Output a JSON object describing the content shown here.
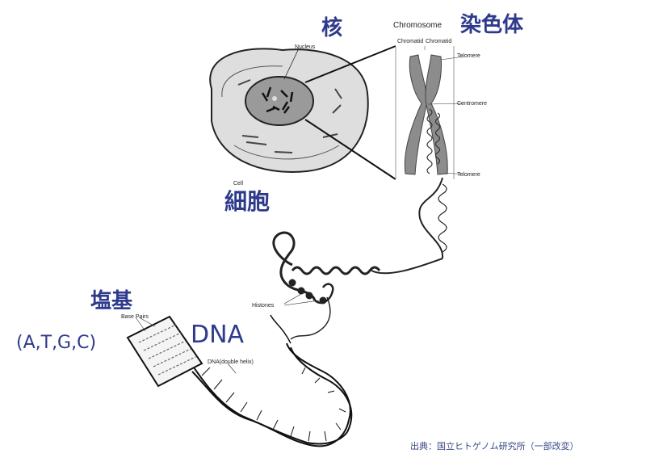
{
  "labels": {
    "nucleus_jp": "核",
    "nucleus_en": "Nucleus",
    "chromosome_en": "Chromosome",
    "chromosome_jp": "染色体",
    "chromatid_left": "Chromatid",
    "chromatid_right": "Chromatid",
    "telomere_top": "Telomere",
    "centromere": "Centromere",
    "telomere_bottom": "Telomere",
    "cell_en": "Cell",
    "cell_jp": "細胞",
    "histones": "Histones",
    "bases_jp": "塩基",
    "base_pairs": "Base Pairs",
    "bases_list": "(A,T,G,C)",
    "dna_jp": "DNA",
    "dna_double_helix": "DNA(double helix)"
  },
  "source": "出典：国立ヒトゲノム研究所（一部改変）",
  "colors": {
    "label_blue": "#2e3a8c",
    "cell_gray": "#dcdcdc",
    "nucleus_gray": "#9a9a9a",
    "line": "#222222"
  }
}
